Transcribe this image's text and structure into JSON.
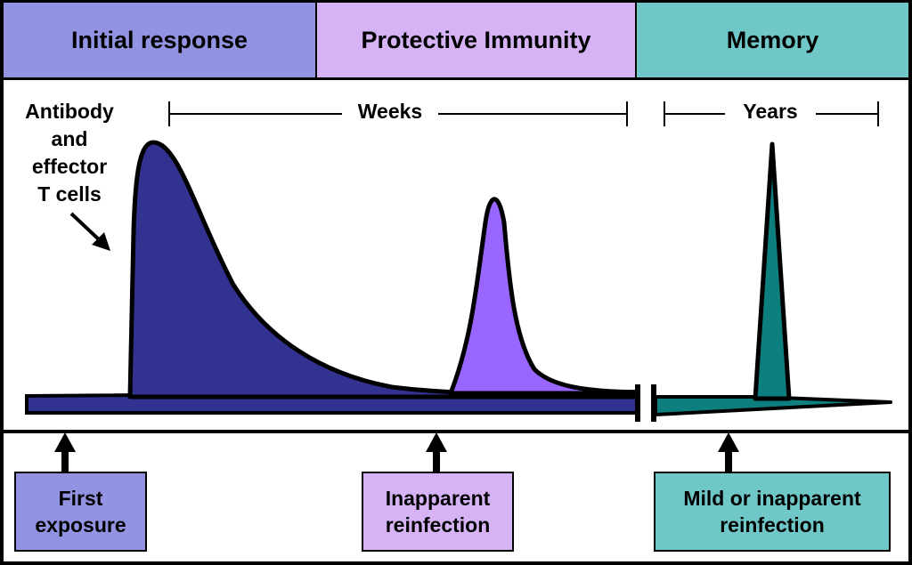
{
  "colors": {
    "initial": "#9393e3",
    "protective": "#d6b3f5",
    "memory": "#6fc7c7",
    "dark_blue": "#323291",
    "purple": "#9966ff",
    "teal": "#0e7f7f"
  },
  "header": {
    "initial": "Initial response",
    "protective": "Protective Immunity",
    "memory": "Memory"
  },
  "chart": {
    "y_label_lines": [
      "Antibody",
      "and",
      "effector",
      "T cells"
    ],
    "weeks_label": "Weeks",
    "years_label": "Years"
  },
  "events": {
    "first": [
      "First",
      "exposure"
    ],
    "second": [
      "Inapparent",
      "reinfection"
    ],
    "third": [
      "Mild or inapparent",
      "reinfection"
    ]
  }
}
